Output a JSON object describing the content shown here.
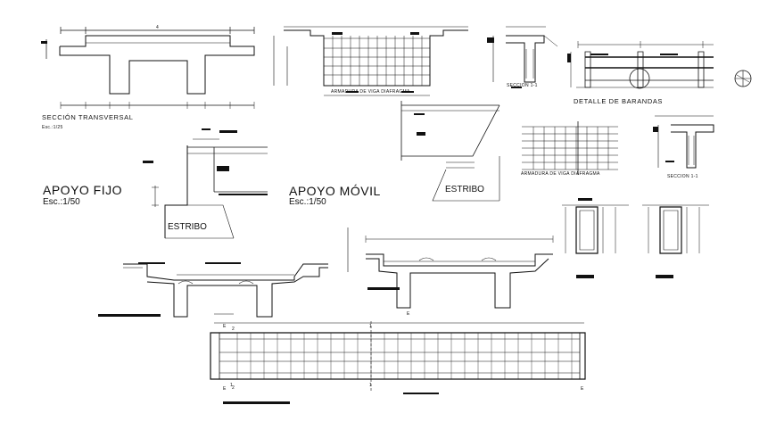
{
  "labels": {
    "seccion_transversal": "SECCIÓN TRANSVERSAL",
    "seccion_transversal_scale": "Esc.:1/25",
    "armadura_viga_diafragma_top": "ARMADURA DE VIGA DIAFRAGMA",
    "seccion_1_1_top": "SECCION 1-1",
    "detalle_barandas": "DETALLE DE BARANDAS",
    "apoyo_fijo": "APOYO FIJO",
    "apoyo_fijo_scale": "Esc.:1/50",
    "estribo_left": "ESTRIBO",
    "apoyo_movil": "APOYO MÓVIL",
    "apoyo_movil_scale": "Esc.:1/50",
    "estribo_right": "ESTRIBO",
    "armadura_viga_diafragma_mid": "ARMADURA DE VIGA DIAFRAGMA",
    "seccion_1_1_right": "SECCION 1-1",
    "axis_e_1": "E",
    "axis_e_2": "E",
    "axis_e_3": "E",
    "axis_e_4": "E",
    "axis_1_a": "1",
    "axis_1_b": "1",
    "axis_1_c": "1",
    "axis_2_a": "2",
    "axis_2_b": "2",
    "dim_4": "4"
  },
  "colors": {
    "line": "#111111",
    "background": "#ffffff"
  }
}
